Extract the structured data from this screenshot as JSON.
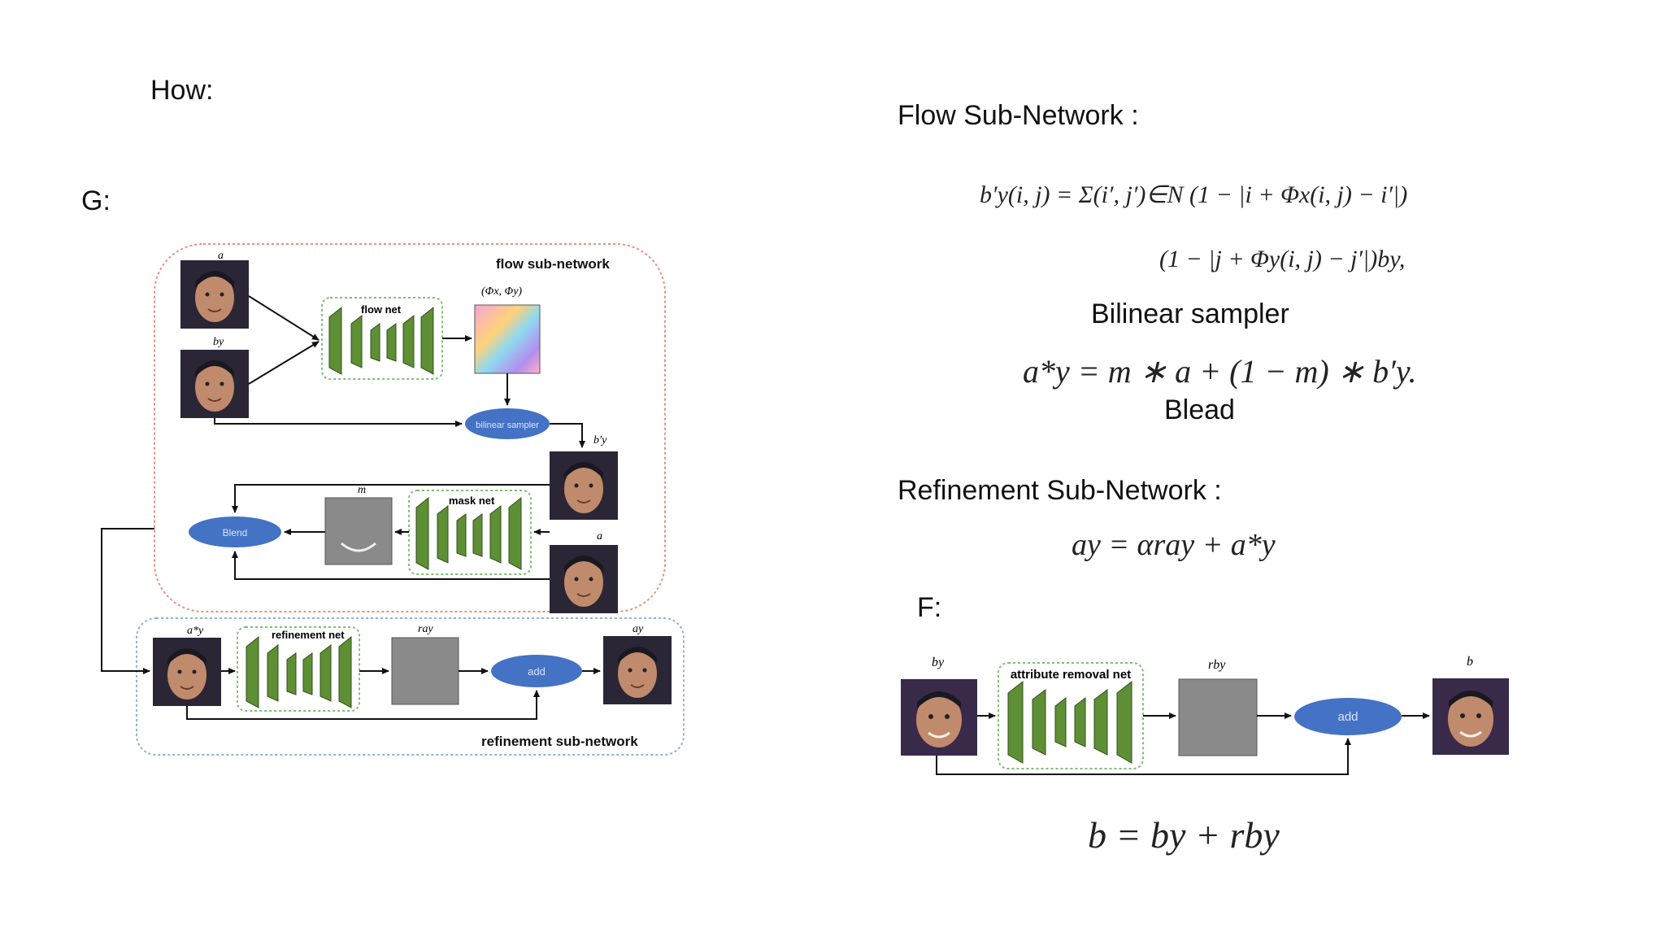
{
  "slide": {
    "how_label": "How:",
    "g_label": "G:",
    "f_label": "F:",
    "flow_heading": "Flow Sub-Network :",
    "refinement_heading": "Refinement Sub-Network :",
    "bilinear_caption": "Bilinear sampler",
    "blend_caption": "Blead"
  },
  "equations": {
    "flow_line1": "b′y(i, j) = Σ(i′, j′)∈N (1 − |i + Φx(i, j) − i′|)",
    "flow_line2": "(1 − |j + Φy(i, j) − j′|)by,",
    "blend": "a*y = m ∗ a + (1 − m) ∗ b′y.",
    "refinement": "ay = αray + a*y",
    "f_output": "b = by + rby"
  },
  "diagram_g": {
    "flow_subnetwork_label": "flow sub-network",
    "refinement_subnetwork_label": "refinement sub-network",
    "flow_net_label": "flow net",
    "mask_net_label": "mask net",
    "refinement_net_label": "refinement net",
    "bilinear_sampler_label": "bilinear sampler",
    "blend_label": "Blend",
    "add_label": "add",
    "label_a": "a",
    "label_by": "by",
    "label_phi": "(Φx, Φy)",
    "label_b_prime": "b′y",
    "label_m": "m",
    "label_a_star": "a*y",
    "label_r": "ray",
    "label_ay": "ay"
  },
  "diagram_f": {
    "net_label": "attribute removal net",
    "add_label": "add",
    "label_by": "by",
    "label_r": "rby",
    "label_b": "b"
  },
  "colors": {
    "flow_border": "#e8907a",
    "refine_border": "#8fb3d9",
    "net_border": "#7cc070",
    "block_fill": "#5f8f35",
    "ellipse_fill": "#4472c4",
    "face_bg": "#2a2636",
    "skin": "#c08a6c",
    "gray_box": "#8a8a8a"
  }
}
